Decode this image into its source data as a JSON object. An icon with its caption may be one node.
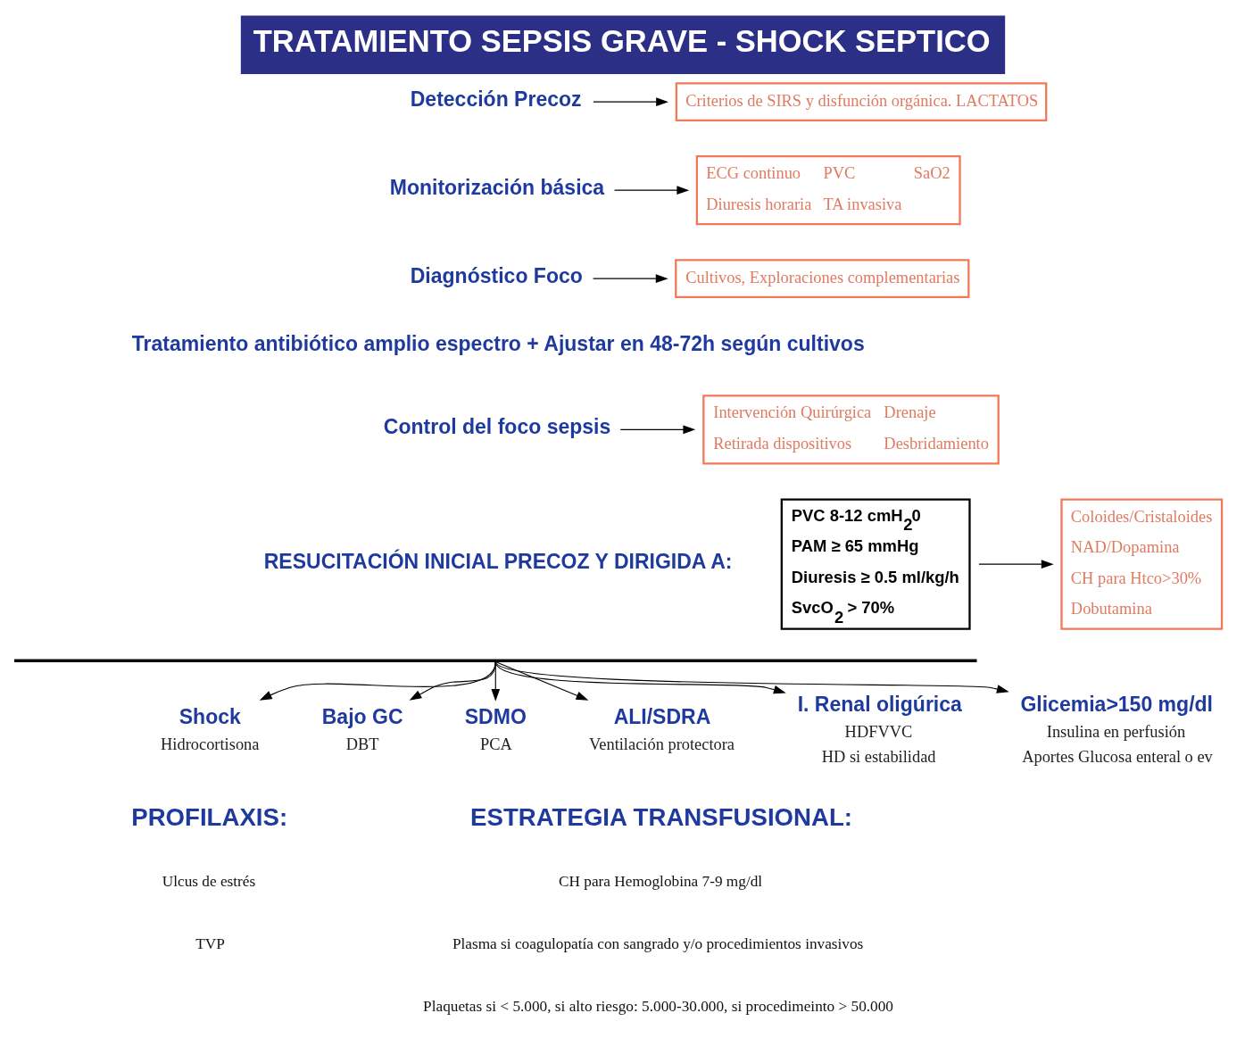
{
  "diagram": {
    "title": "TRATAMIENTO SEPSIS GRAVE - SHOCK SEPTICO",
    "nodes": [
      {
        "text": [
          "Detección Precoz"
        ]
      },
      {
        "text": [
          "Criterios de SIRS y disfunción orgánica. LACTATOS"
        ]
      },
      {
        "text": [
          "Monitorización básica"
        ]
      },
      {
        "text": [
          "ECG continuo",
          "PVC",
          "SaO2",
          "Diuresis horaria",
          "TA invasiva"
        ]
      },
      {
        "text": [
          "Diagnóstico Foco"
        ]
      },
      {
        "text": [
          "Cultivos, Exploraciones complementarias"
        ]
      },
      {
        "text": [
          "Control del foco sepsis"
        ]
      },
      {
        "text": [
          "Intervención Quirúrgica",
          "Drenaje",
          "Retirada dispositivos",
          "Desbridamiento"
        ]
      },
      {
        "text": [
          "PVC 8-12 cmH$_{2}$0",
          "PAM ≥ 65 mmHg",
          "Diuresis ≥ 0.5 ml/kg/h",
          "SvcO$_{2}$ > 70%"
        ]
      },
      {
        "text": [
          "Coloides/Cristaloides",
          "NAD/Dopamina",
          "CH para Htco>30%",
          "Dobutamina"
        ]
      },
      {
        "text": [],
        "shape": "bar"
      },
      {
        "text": [
          "Shock"
        ],
        "beside": [
          "Hidrocortisona"
        ]
      },
      {
        "text": [
          "Bajo GC"
        ],
        "beside": [
          "DBT"
        ]
      },
      {
        "text": [
          "SDMO"
        ],
        "beside": [
          "PCA"
        ]
      },
      {
        "text": [
          "ALI/SDRA"
        ],
        "beside": [
          "Ventilación protectora"
        ]
      },
      {
        "text": [
          "I. Renal oligúrica"
        ],
        "beside": [
          "HDFVVC",
          "HD si estabilidad"
        ]
      },
      {
        "text": [
          "Glicemia>150 mg/dl"
        ],
        "beside": [
          "Insulina en perfusión",
          "Aportes Glucosa enteral o ev"
        ]
      }
    ],
    "edges": [
      {
        "from": 0,
        "to": 1,
        "arrow": "to"
      },
      {
        "from": 2,
        "to": 3,
        "arrow": "to"
      },
      {
        "from": 4,
        "to": 5,
        "arrow": "to"
      },
      {
        "from": 6,
        "to": 7,
        "arrow": "to"
      },
      {
        "from": 8,
        "to": 9,
        "arrow": "to"
      },
      {
        "from": 10,
        "to": 11,
        "arrow": "to"
      },
      {
        "from": 10,
        "to": 12,
        "arrow": "to"
      },
      {
        "from": 10,
        "to": 13,
        "arrow": "to"
      },
      {
        "from": 10,
        "to": 14,
        "arrow": "to"
      },
      {
        "from": 10,
        "to": 15,
        "arrow": "to"
      },
      {
        "from": 10,
        "to": 16,
        "arrow": "to"
      }
    ],
    "labels": [
      "Tratamiento antibiótico amplio espectro + Ajustar en 48-72h según cultivos",
      "RESUCITACIÓN INICIAL PRECOZ Y DIRIGIDA A:",
      "PROFILAXIS:",
      "Ulcus de estrés",
      "TVP",
      "ESTRATEGIA TRANSFUSIONAL:",
      "CH para Hemoglobina 7-9 mg/dl",
      "Plasma si coagulopatía con sangrado y/o procedimientos invasivos",
      "Plaquetas si < 5.000, si alto riesgo: 5.000-30.000, si procedimeinto > 50.000"
    ]
  }
}
